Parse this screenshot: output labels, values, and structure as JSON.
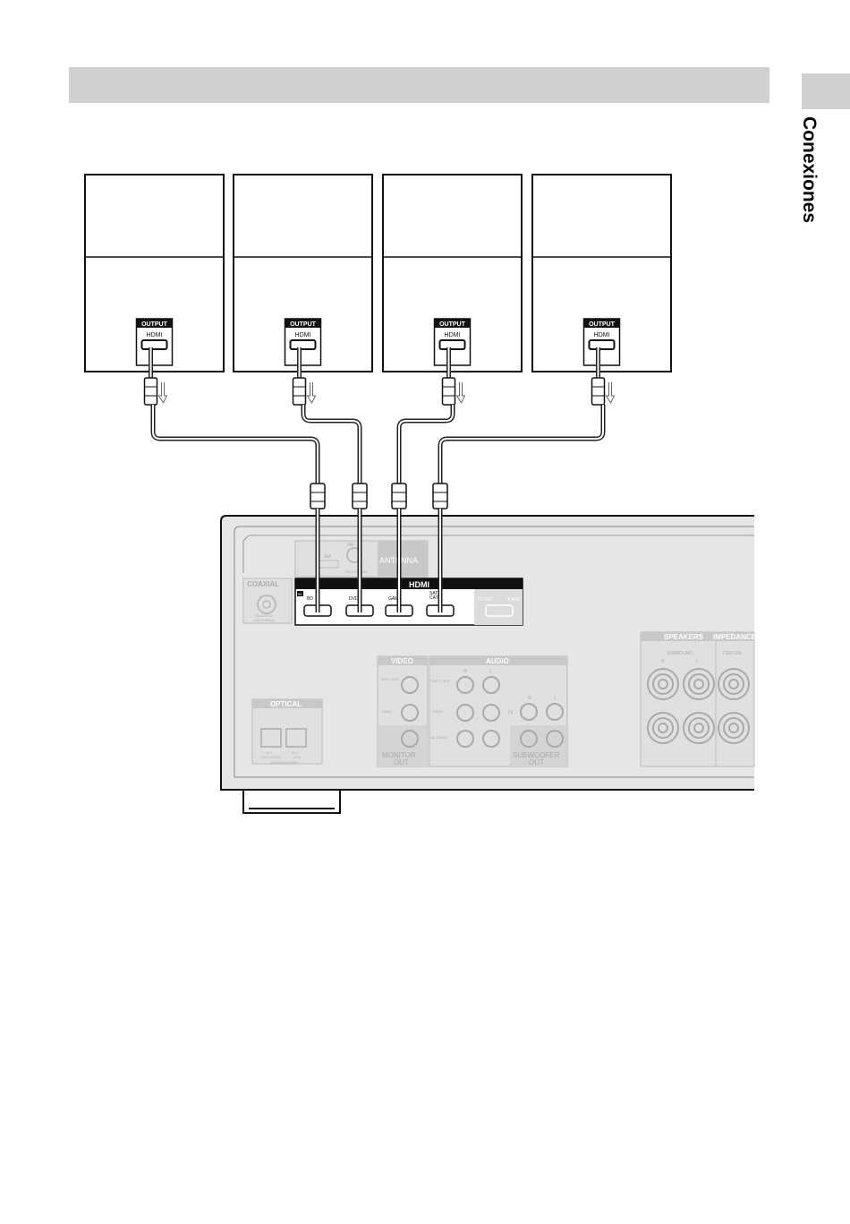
{
  "section": {
    "side_label": "Conexiones"
  },
  "devices": [
    {
      "port_label": "OUTPUT",
      "port_name": "HDMI"
    },
    {
      "port_label": "OUTPUT",
      "port_name": "HDMI"
    },
    {
      "port_label": "OUTPUT",
      "port_name": "HDMI"
    },
    {
      "port_label": "OUTPUT",
      "port_name": "HDMI"
    }
  ],
  "receiver": {
    "antenna": {
      "title": "ANTENNA",
      "am": "AM",
      "fm": "FM",
      "fm_sub": "75Ω COAXIAL"
    },
    "coaxial": {
      "title": "COAXIAL",
      "in": "IN",
      "sub1": "SA-CD/CD",
      "sub2": "(SAT/CABLE)"
    },
    "hdmi": {
      "title": "HDMI",
      "in": "IN",
      "inputs": [
        "BD",
        "DVD",
        "GAME",
        "SAT/\nCATV"
      ],
      "out_labels": [
        "TV OUT",
        "▼ARC"
      ]
    },
    "optical": {
      "title": "OPTICAL",
      "in1": "IN 1",
      "in1_sub": "(SAT/CATV)",
      "in2": "IN 2",
      "in2_sub": "(TV)",
      "footer": "(BD/DVD/GAME)"
    },
    "video": {
      "title": "VIDEO",
      "in": "IN",
      "rows": [
        "SAT/\nCATV",
        "VIDEO"
      ],
      "monitor": "MONITOR",
      "monitor2": "OUT"
    },
    "audio": {
      "title": "AUDIO",
      "in": "IN",
      "r": "R",
      "l": "L",
      "rows": [
        "SAT/\nCATV",
        "VIDEO",
        "SA-CD/CD"
      ],
      "tv": "TV",
      "sub1": "SUBWOOFER",
      "sub2": "OUT"
    },
    "speakers": {
      "title": "SPEAKERS",
      "impedance": "IMPEDANCE",
      "surround": "SURROUND",
      "center": "CENTER",
      "r": "R",
      "l": "L"
    }
  }
}
